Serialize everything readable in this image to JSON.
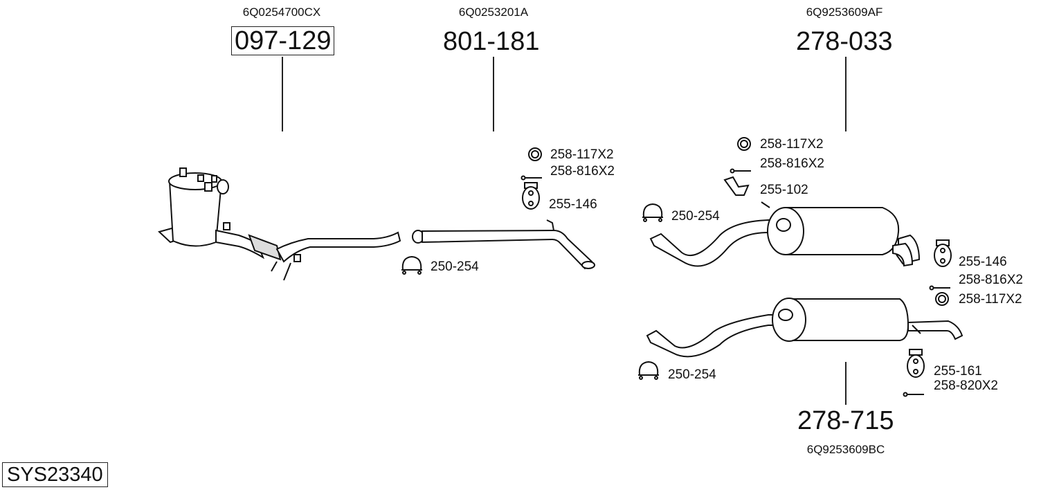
{
  "system_id": "SYS23340",
  "parts": [
    {
      "oem": "6Q0254700CX",
      "part_number": "097-129",
      "boxed": true,
      "component": "diesel-particulate-filter-with-front-pipe"
    },
    {
      "oem": "6Q0253201A",
      "part_number": "801-181",
      "boxed": false,
      "component": "intermediate-pipe"
    },
    {
      "oem": "6Q9253609AF",
      "part_number": "278-033",
      "boxed": false,
      "component": "rear-silencer-dual-outlet"
    },
    {
      "oem": "6Q9253609BC",
      "part_number": "278-715",
      "boxed": false,
      "component": "rear-silencer-single-outlet"
    }
  ],
  "accessories": {
    "group_801_181": [
      {
        "icon": "ring-gasket-icon",
        "label": "258-117X2"
      },
      {
        "icon": "bolt-icon",
        "label": "258-816X2"
      },
      {
        "icon": "rubber-hanger-icon",
        "label": "255-146"
      },
      {
        "icon": "clamp-icon",
        "label": "250-254"
      }
    ],
    "group_278_033": [
      {
        "icon": "ring-gasket-icon",
        "label": "258-117X2"
      },
      {
        "icon": "bolt-icon",
        "label": "258-816X2"
      },
      {
        "icon": "bracket-icon",
        "label": "255-102"
      },
      {
        "icon": "clamp-icon",
        "label": "250-254"
      },
      {
        "icon": "rubber-hanger-icon",
        "label": "255-146"
      },
      {
        "icon": "bolt-icon",
        "label": "258-816X2"
      },
      {
        "icon": "ring-gasket-icon",
        "label": "258-117X2"
      }
    ],
    "group_278_715": [
      {
        "icon": "clamp-icon",
        "label": "250-254"
      },
      {
        "icon": "rubber-hanger-icon",
        "label": "255-161"
      },
      {
        "icon": "bolt-icon",
        "label": "258-820X2"
      }
    ]
  }
}
